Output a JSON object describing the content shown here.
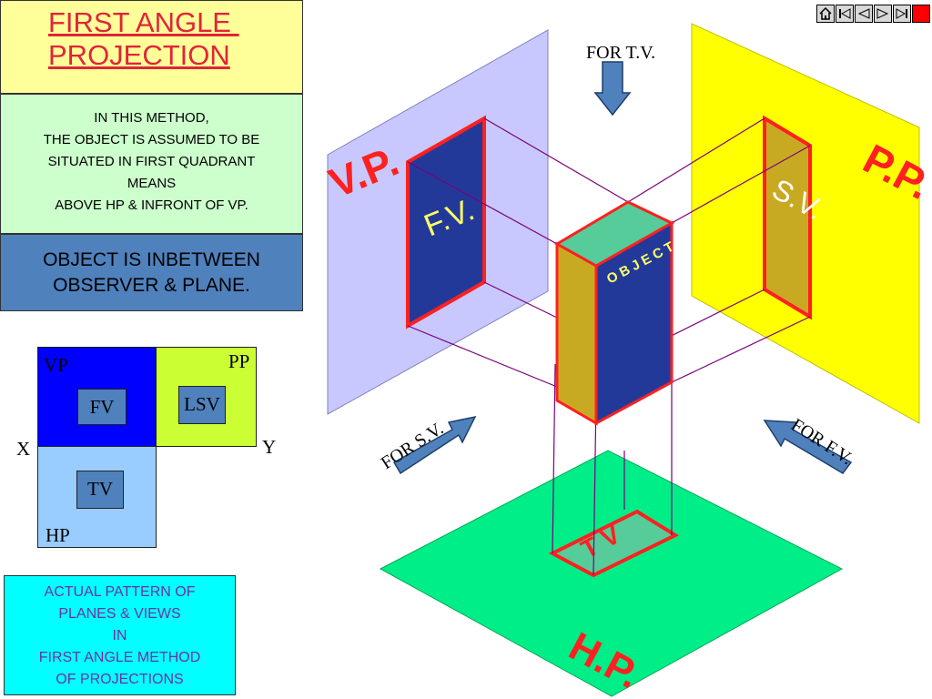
{
  "title": {
    "line1": "FIRST ANGLE ",
    "line2": "PROJECTION"
  },
  "method": {
    "lines": [
      "IN THIS METHOD,",
      "THE OBJECT IS ASSUMED TO BE",
      "SITUATED IN FIRST QUADRANT",
      "MEANS",
      "ABOVE HP & INFRONT OF VP."
    ]
  },
  "object_note": {
    "line1": "OBJECT IS INBETWEEN",
    "line2": "OBSERVER & PLANE."
  },
  "quadrant": {
    "vp": "VP",
    "pp": "PP",
    "hp": "HP",
    "x": "X",
    "y": "Y",
    "fv": "FV",
    "lsv": "LSV",
    "tv": "TV"
  },
  "pattern": {
    "lines": [
      "ACTUAL PATTERN OF",
      "PLANES & VIEWS",
      "IN",
      "FIRST ANGLE METHOD",
      "OF PROJECTIONS"
    ]
  },
  "diagram": {
    "for_tv": "FOR T.V.",
    "for_sv": "FOR S.V.",
    "for_fv": "FOR F.V.",
    "vp_label": "V.P.",
    "pp_label": "P.P.",
    "hp_label": "H.P.",
    "fv_label": "F.V.",
    "sv_label": "S.V.",
    "tv_label": "T V",
    "object_label": "OBJECT"
  },
  "colors": {
    "vp_plane": "#c8c8ff",
    "pp_plane": "#ffff00",
    "hp_plane": "#00ee88",
    "view_blue": "#22399a",
    "object_side": "#c8aa22",
    "object_top": "#55cc99",
    "outline_red": "#ff2020",
    "projector": "#7a007a"
  },
  "nav": {
    "icons": [
      "home-icon",
      "first-icon",
      "prev-icon",
      "next-icon",
      "last-icon",
      "stop-icon"
    ]
  }
}
